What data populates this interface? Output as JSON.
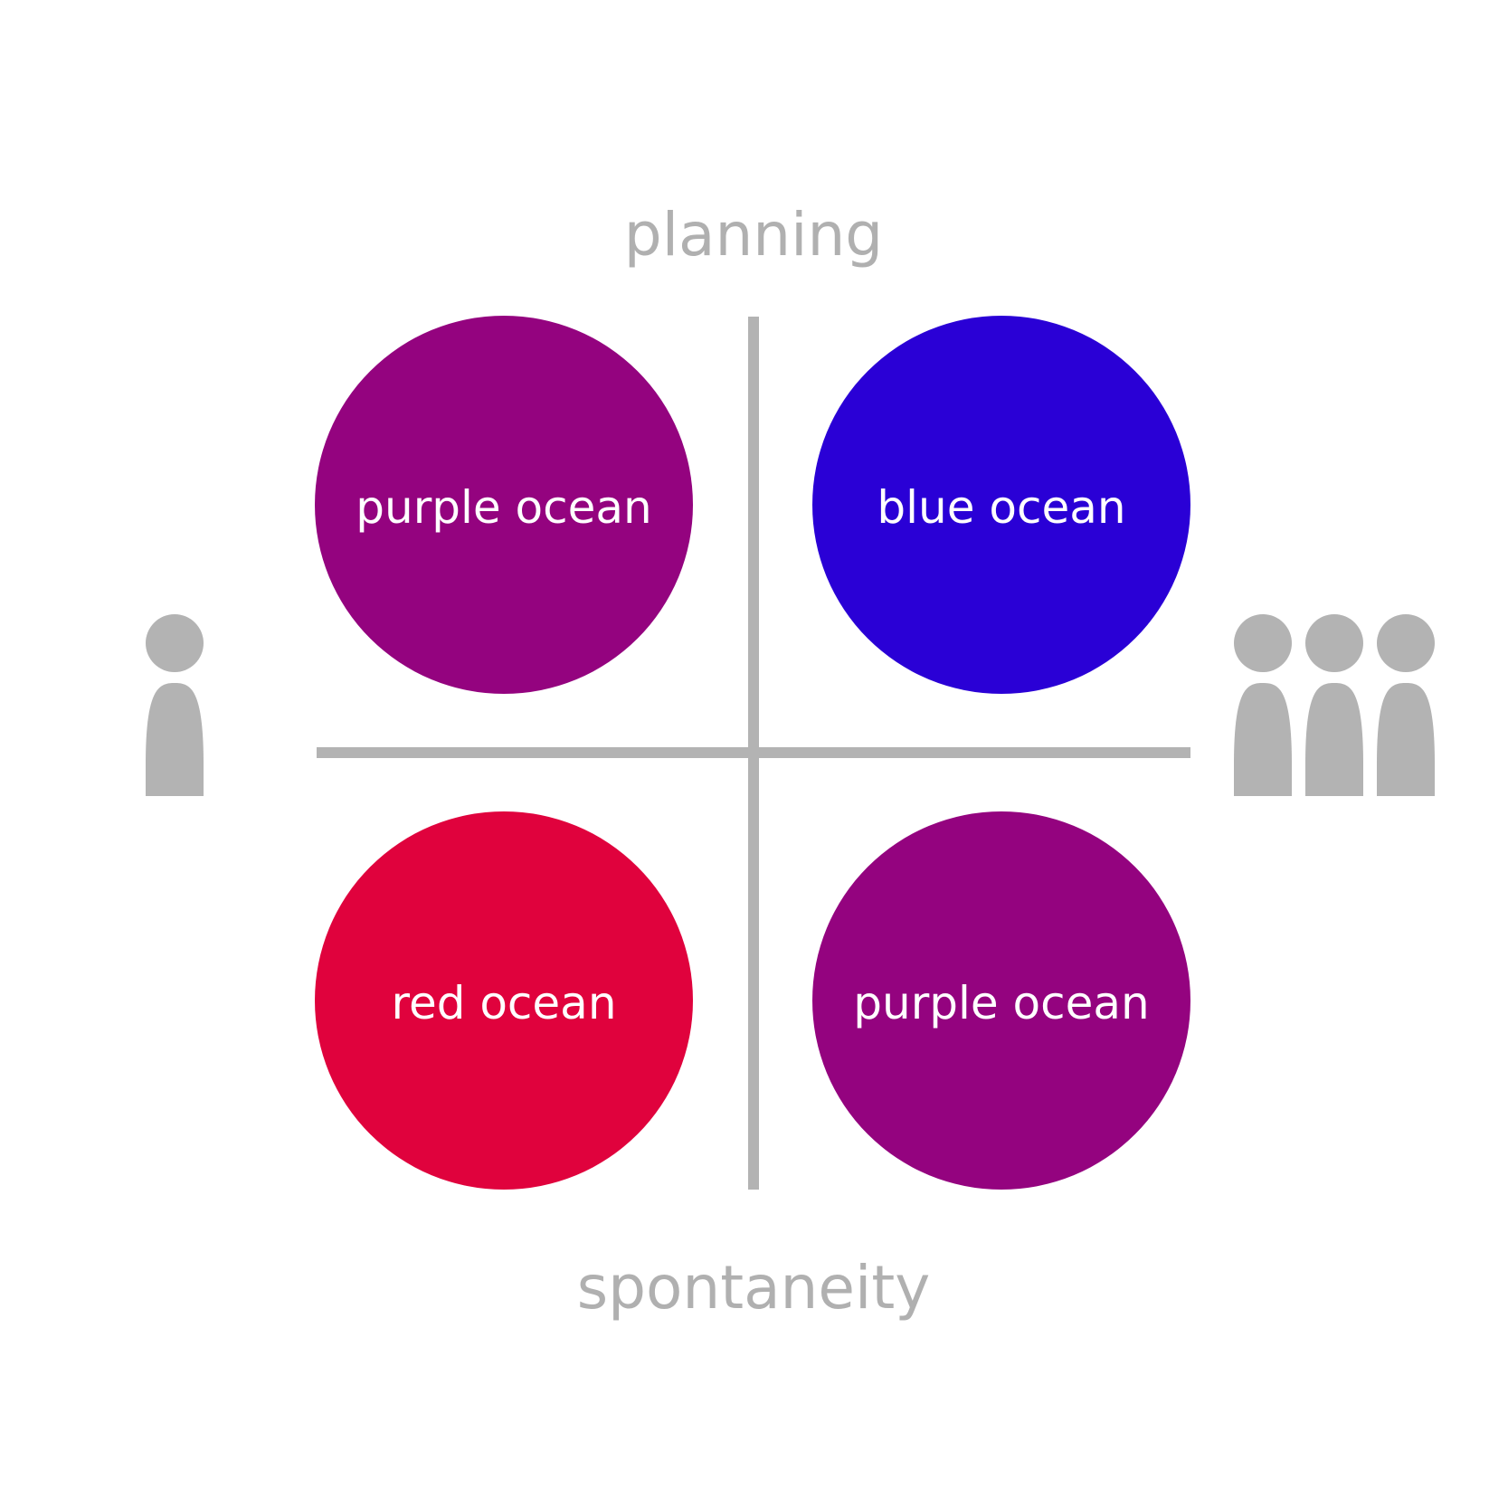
{
  "colors": {
    "axis": "#b3b3b3",
    "label": "#b0b0b0",
    "person": "#b3b3b3",
    "purple": "#94037f",
    "blue": "#2a00d6",
    "red": "#e0023d",
    "circle_text": "#ffffff"
  },
  "axes": {
    "top_label": "planning",
    "bottom_label": "spontaneity",
    "left_icon": "single-person-icon",
    "right_icon": "group-of-people-icon"
  },
  "quadrants": {
    "top_left": {
      "label": "purple ocean",
      "color_key": "purple"
    },
    "top_right": {
      "label": "blue ocean",
      "color_key": "blue"
    },
    "bottom_left": {
      "label": "red ocean",
      "color_key": "red"
    },
    "bottom_right": {
      "label": "purple ocean",
      "color_key": "purple"
    }
  }
}
